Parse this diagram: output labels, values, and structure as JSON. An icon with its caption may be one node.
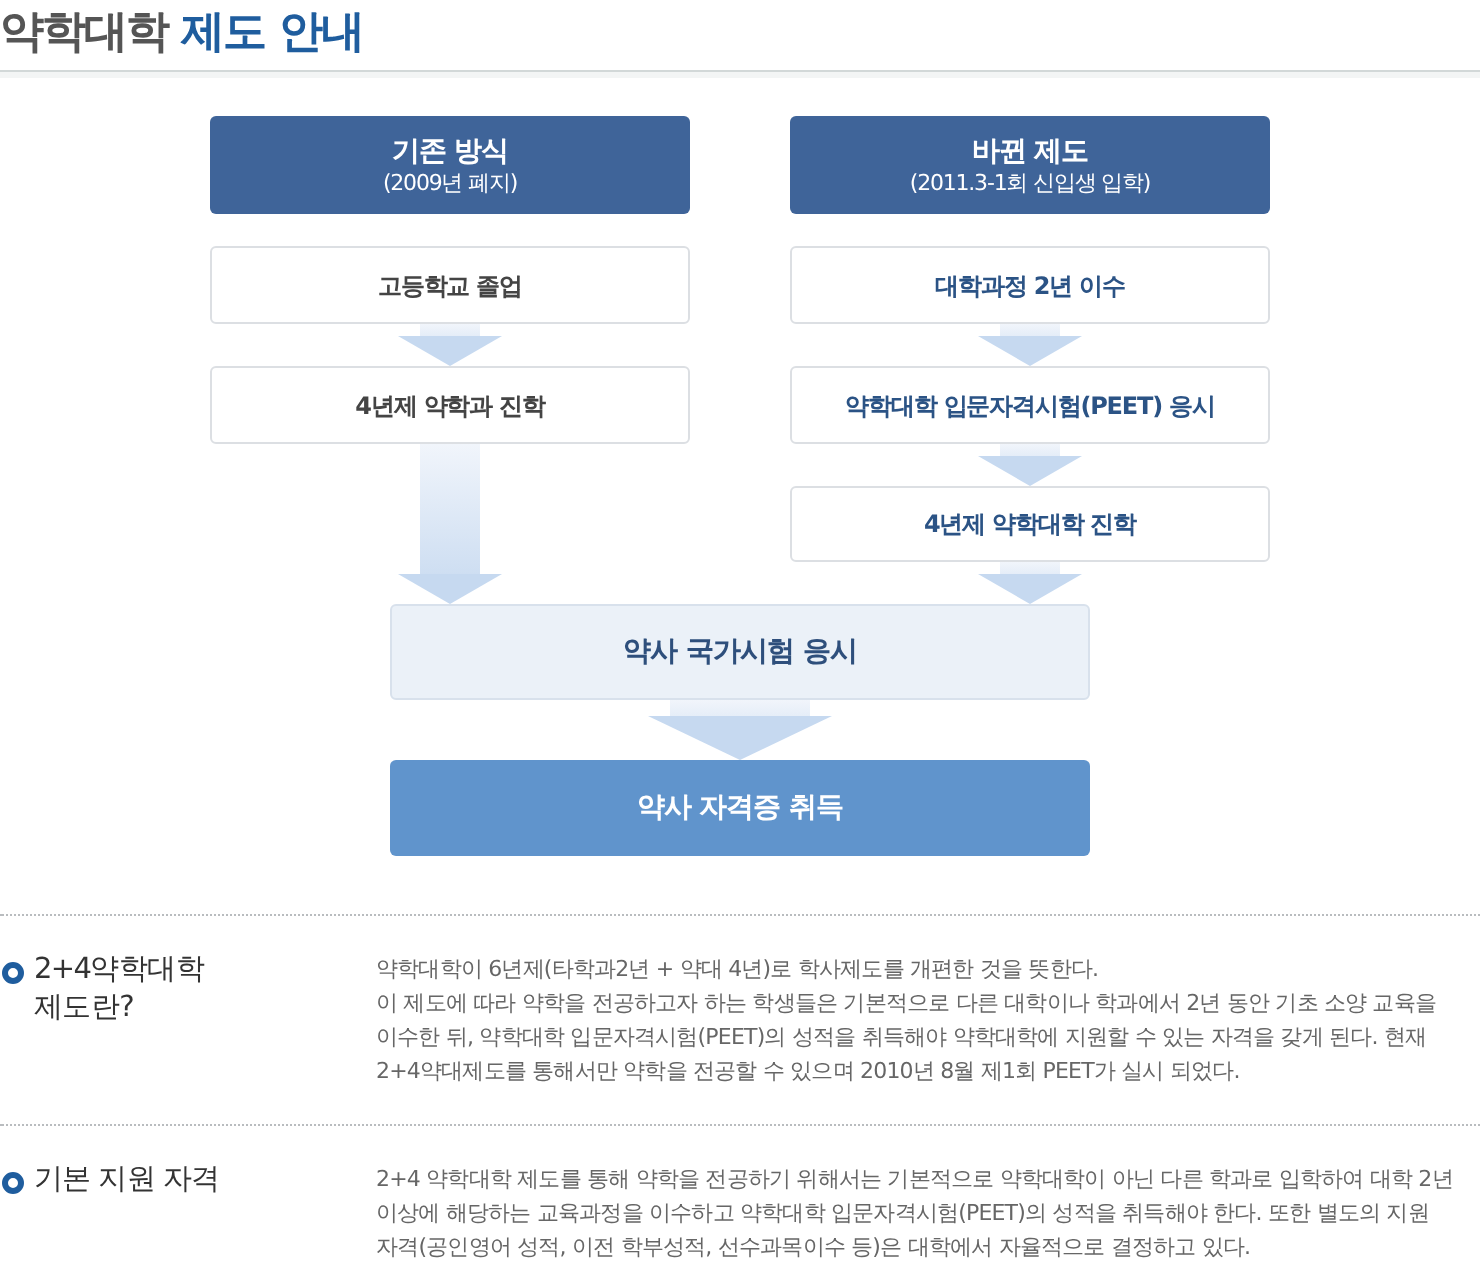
{
  "diagram": {
    "title": "약학대학 **제도 안내**",
    "nodes": [
      {
        "text": [
          "기존 방식",
          "(2009년 폐지)"
        ]
      },
      {
        "text": [
          "바뀐 제도",
          "(2011.3-1회 신입생 입학)"
        ]
      },
      {
        "text": [
          "고등학교 졸업"
        ]
      },
      {
        "text": [
          "대학과정 2년 이수"
        ]
      },
      {
        "text": [
          "4년제 약학과 진학"
        ]
      },
      {
        "text": [
          "약학대학 입문자격시험(PEET) 응시"
        ]
      },
      {
        "text": [
          "4년제 약학대학 진학"
        ]
      },
      {
        "text": [
          "약사 국가시험 응시"
        ]
      },
      {
        "text": [
          "약사 자격증 취득"
        ]
      }
    ],
    "edges": [
      {
        "from": 2,
        "to": 4,
        "arrow": "to"
      },
      {
        "from": 4,
        "to": 7,
        "arrow": "to"
      },
      {
        "from": 3,
        "to": 5,
        "arrow": "to"
      },
      {
        "from": 5,
        "to": 6,
        "arrow": "to"
      },
      {
        "from": 6,
        "to": 7,
        "arrow": "to"
      },
      {
        "from": 7,
        "to": 8,
        "arrow": "to"
      }
    ],
    "labels": [
      "2+4약학대학 제도란?",
      "약학대학이 6년제(타학과2년 + 약대 4년)로 학사제도를 개편한 것을 뜻한다.",
      "이 제도에 따라 약학을 전공하고자 하는 학생들은 기본적으로 다른 대학이나 학과에서 2년 동안 기초 소양 교육을 이수한 뒤, 약학대학 입문자격시험(PEET)의 성적을 취득해야 약학대학에 지원할 수 있는 자격을 갖게 된다. 현재 2+4약대제도를 통해서만 약학을 전공할 수 있으며 2010년 8월 제1회 PEET가 실시 되었다.",
      "기본 지원 자격",
      "2+4 약학대학 제도를 통해 약학을 전공하기 위해서는 기본적으로 약학대학이 아닌 다른 학과로 입학하여 대학 2년 이상에 해당하는 교육과정을 이수하고 약학대학 입문자격시험(PEET)의 성적을 취득해야 한다. 또한 별도의 지원 자격(공인영어 성적, 이전 학부성적, 선수과목이수 등)은 대학에서 자율적으로 결정하고 있다."
    ]
  }
}
